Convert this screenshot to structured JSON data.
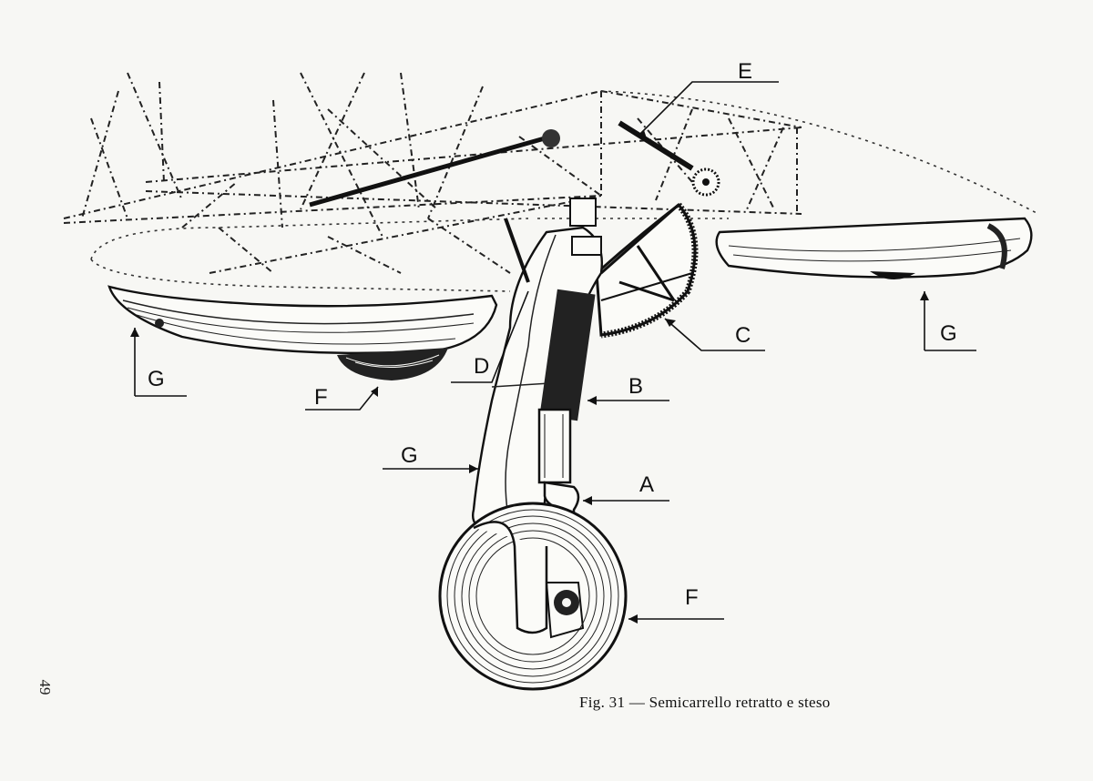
{
  "figure": {
    "caption": "Fig. 31 — Semicarrello retratto e steso",
    "page_number": "49"
  },
  "labels": {
    "A": "A",
    "B": "B",
    "C": "C",
    "D": "D",
    "E": "E",
    "F_wheel": "F",
    "F_retracted": "F",
    "G_left": "G",
    "G_right": "G",
    "G_leg": "G"
  }
}
